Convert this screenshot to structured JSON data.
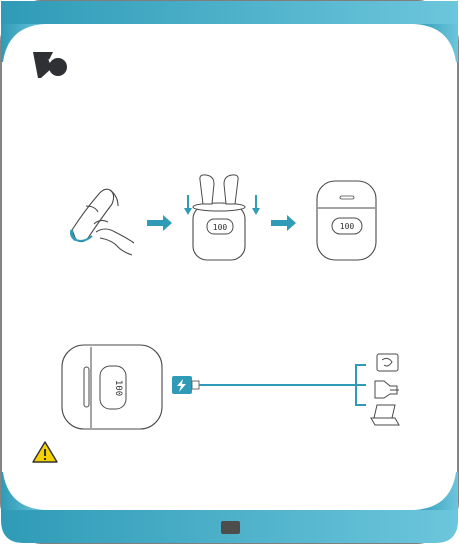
{
  "header": {
    "band_color": "#2f9bb7",
    "band_gradient_end": "#6cc6dc"
  },
  "footer": {
    "page_number": ""
  },
  "case_display": {
    "battery_text": "100"
  },
  "sections": [
    {
      "name": "charging-earbuds",
      "icons": [
        "hand-removing-earbud-illustration",
        "arrow-right-icon",
        "earbuds-into-case-illustration",
        "arrow-right-icon",
        "closed-case-illustration"
      ]
    },
    {
      "name": "charging-case",
      "icons": [
        "case-front-illustration",
        "lightning-icon",
        "usb-cable",
        "wall-adapter-icon",
        "car-charger-icon",
        "laptop-icon"
      ]
    }
  ],
  "warning": {
    "icon": "warning-icon"
  },
  "colors": {
    "accent": "#2f9bb7",
    "outline": "#4a4a4a",
    "warning_yellow": "#f5d000"
  }
}
